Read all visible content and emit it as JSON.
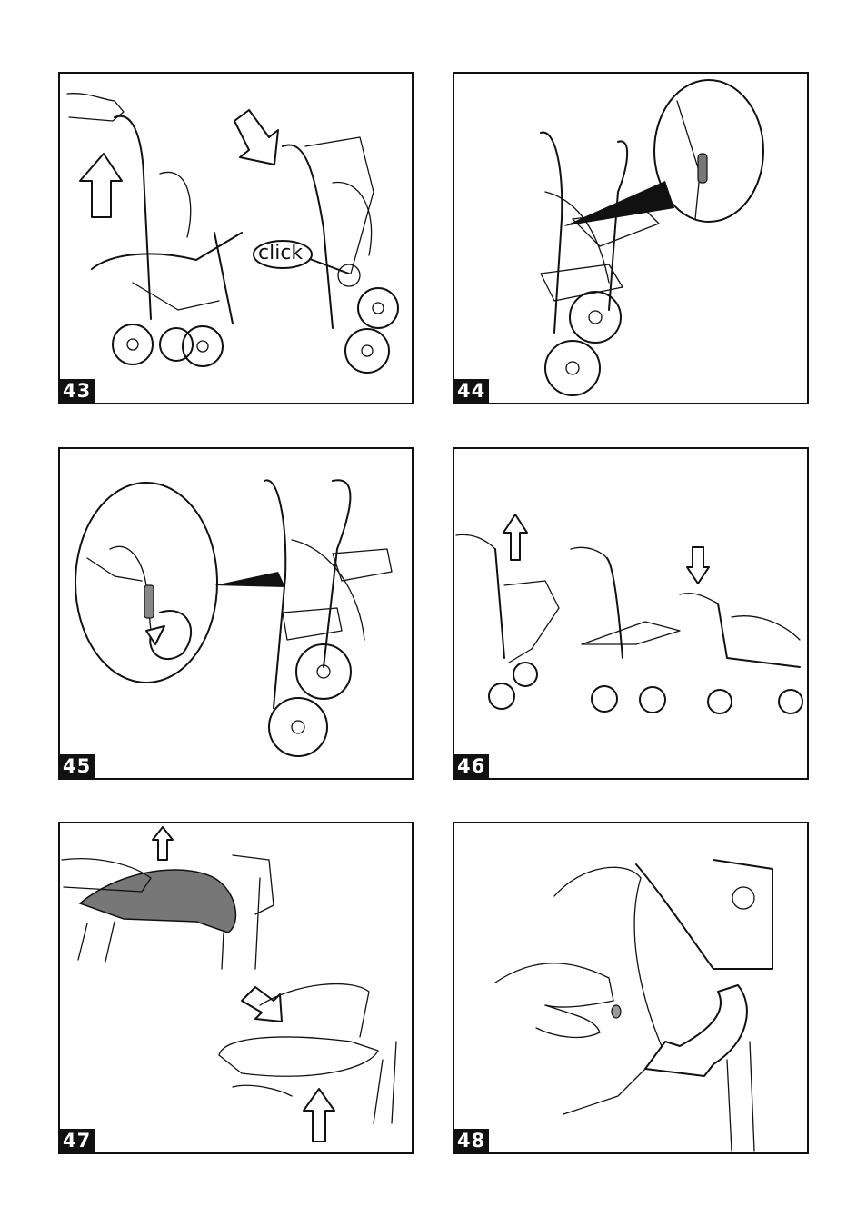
{
  "panels": [
    {
      "number": "43",
      "callout": "click"
    },
    {
      "number": "44"
    },
    {
      "number": "45"
    },
    {
      "number": "46"
    },
    {
      "number": "47"
    },
    {
      "number": "48"
    }
  ],
  "colors": {
    "line": "#111111",
    "background": "#ffffff",
    "label_bg": "#111111",
    "label_text": "#ffffff"
  }
}
